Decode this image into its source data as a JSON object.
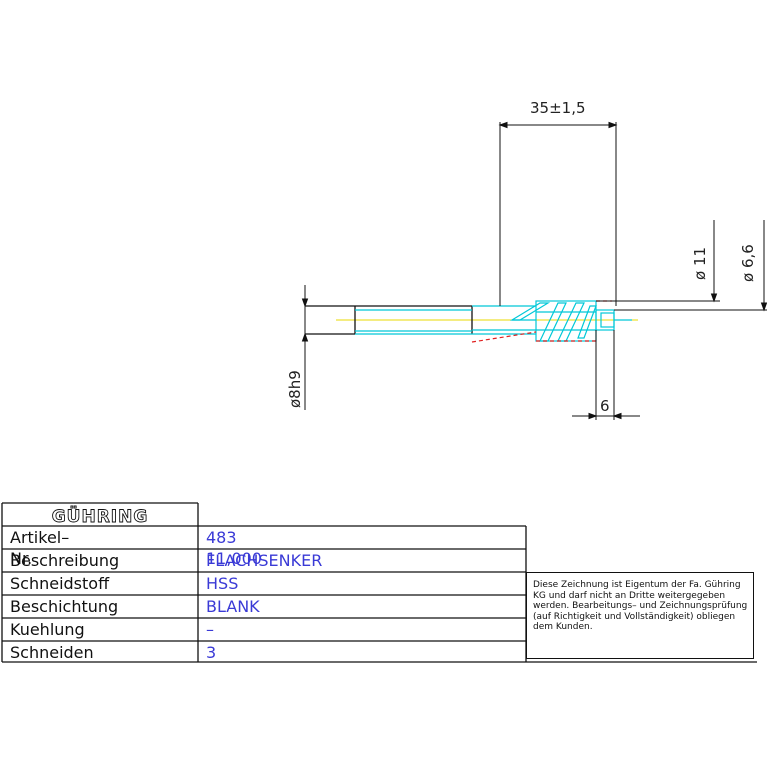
{
  "drawing": {
    "dimensions": {
      "overall_length": "35±1,5",
      "step_length": "6",
      "shank_diameter": "ø8h9",
      "outer_diameter": "ø 11",
      "pilot_diameter": "ø 6,6"
    }
  },
  "title_block": {
    "brand": "GÜHRING",
    "rows": [
      {
        "label": "Artikel–Nr.",
        "value": "483 11,000"
      },
      {
        "label": "Beschreibung",
        "value": "FLACHSENKER"
      },
      {
        "label": "Schneidstoff",
        "value": "HSS"
      },
      {
        "label": "Beschichtung",
        "value": "BLANK"
      },
      {
        "label": "Kuehlung",
        "value": "–"
      },
      {
        "label": "Schneiden",
        "value": "3"
      }
    ],
    "disclaimer": "Diese Zeichnung ist Eigentum der Fa. Gühring KG und darf nicht an Dritte weitergegeben werden. Bearbeitungs– und Zeichnungsprüfung (auf Richtigkeit und Vollständigkeit) obliegen dem Kunden."
  },
  "colors": {
    "outline": "#111111",
    "section": "#00c8d8",
    "cutting_edge": "#e02020",
    "center_axis": "#e8d800",
    "value_text": "#3a3ad6"
  }
}
